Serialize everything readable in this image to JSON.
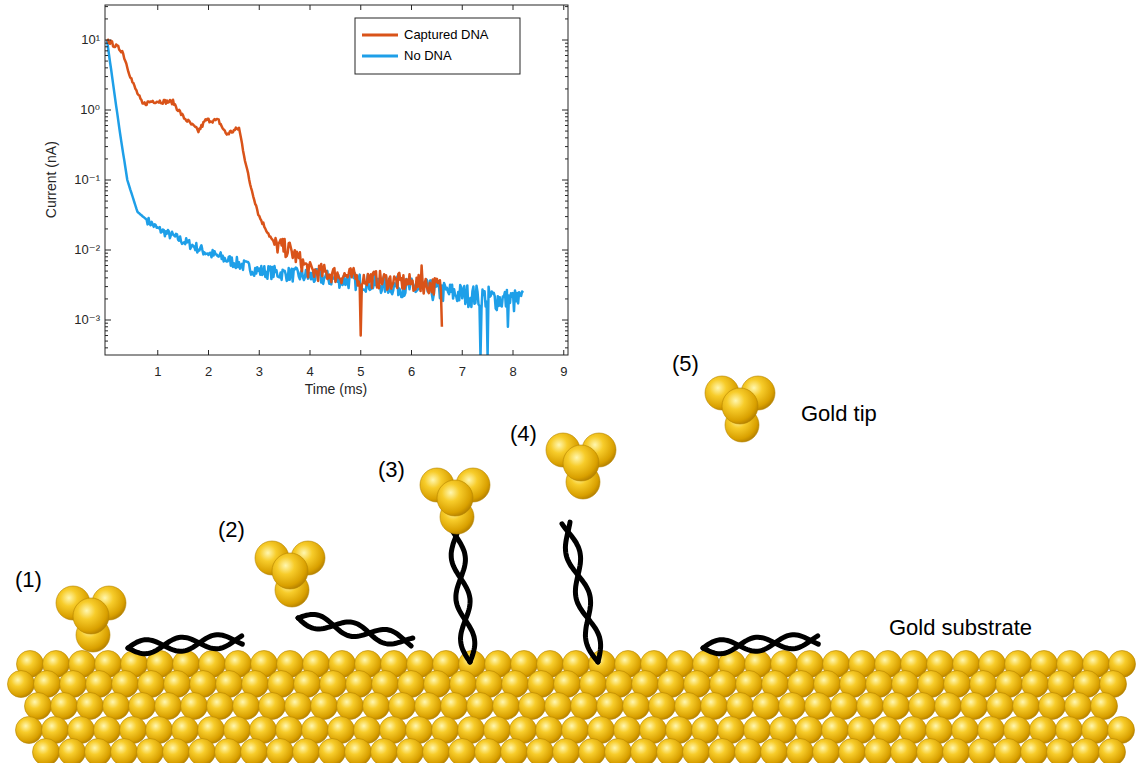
{
  "diagram": {
    "labels": [
      "(1)",
      "(2)",
      "(3)",
      "(4)",
      "(5)",
      "Gold tip",
      "Gold substrate",
      "Time (ms)",
      "Current (nA)",
      "10¹",
      "10⁰",
      "10⁻¹",
      "10⁻²",
      "10⁻³",
      "1",
      "2",
      "3",
      "4",
      "5",
      "6",
      "7",
      "8",
      "9"
    ],
    "legend": [
      {
        "text": "Captured DNA"
      },
      {
        "text": "No DNA"
      }
    ]
  }
}
